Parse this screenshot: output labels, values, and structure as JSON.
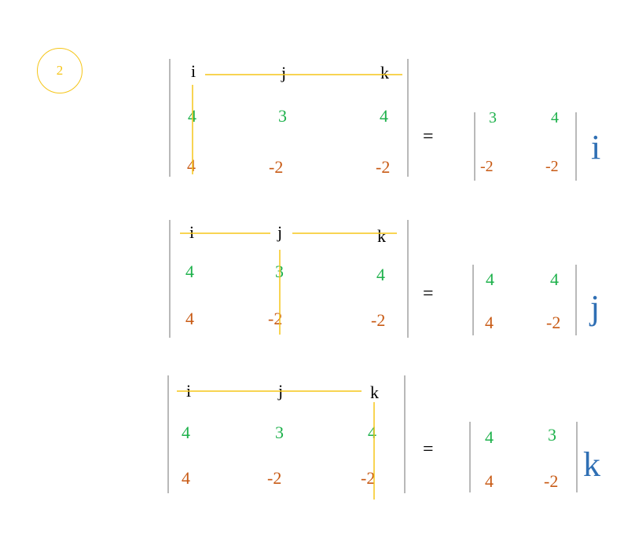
{
  "step_badge": "2",
  "colors": {
    "unit_row": "#000000",
    "first_row": "#1db14b",
    "second_row": "#c85a14",
    "result_unit": "#2f6fb4",
    "crossout_lines": "#f5c518",
    "brackets": "#b9b9b9"
  },
  "blocks": [
    {
      "matrix": [
        [
          "i",
          "j",
          "k"
        ],
        [
          "4",
          "3",
          "4"
        ],
        [
          "4",
          "-2",
          "-2"
        ]
      ],
      "equals": "=",
      "minor": [
        [
          "3",
          "4"
        ],
        [
          "-2",
          "-2"
        ]
      ],
      "unit": "i"
    },
    {
      "matrix": [
        [
          "i",
          "j",
          "k"
        ],
        [
          "4",
          "3",
          "4"
        ],
        [
          "4",
          "-2",
          "-2"
        ]
      ],
      "equals": "=",
      "minor": [
        [
          "4",
          "4"
        ],
        [
          "4",
          "-2"
        ]
      ],
      "unit": "j"
    },
    {
      "matrix": [
        [
          "i",
          "j",
          "k"
        ],
        [
          "4",
          "3",
          "4"
        ],
        [
          "4",
          "-2",
          "-2"
        ]
      ],
      "equals": "=",
      "minor": [
        [
          "4",
          "3"
        ],
        [
          "4",
          "-2"
        ]
      ],
      "unit": "k"
    }
  ]
}
